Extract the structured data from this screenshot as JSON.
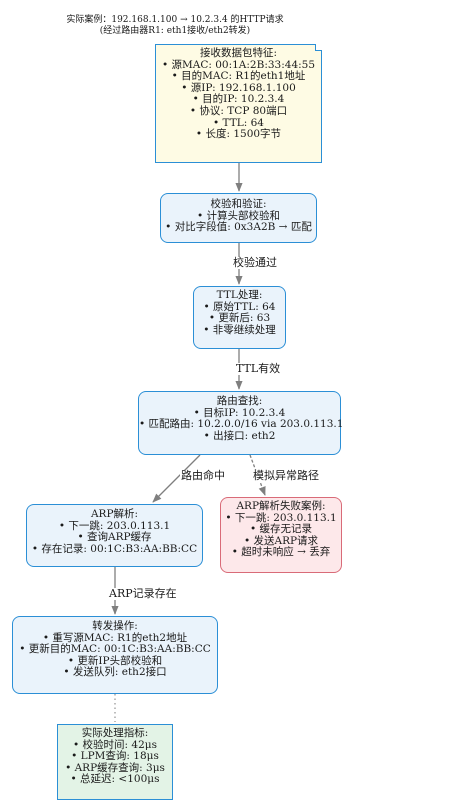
{
  "caption": {
    "line1": "实际案例：192.168.1.100 → 10.2.3.4 的HTTP请求",
    "line2": "(经过路由器R1: eth1接收/eth2转发)"
  },
  "nodes": {
    "receive": {
      "title": "接收数据包特征:",
      "items": [
        "• 源MAC: 00:1A:2B:33:44:55",
        "• 目的MAC: R1的eth1地址",
        "• 源IP: 192.168.1.100",
        "• 目的IP: 10.2.3.4",
        "• 协议: TCP 80端口",
        "• TTL: 64",
        "• 长度: 1500字节"
      ]
    },
    "checksum": {
      "title": "校验和验证:",
      "items": [
        "• 计算头部校验和",
        "• 对比字段值: 0x3A2B → 匹配"
      ]
    },
    "ttl": {
      "title": "TTL处理:",
      "items": [
        "• 原始TTL: 64",
        "• 更新后: 63",
        "• 非零继续处理"
      ]
    },
    "route": {
      "title": "路由查找:",
      "items": [
        "• 目标IP: 10.2.3.4",
        "• 匹配路由: 10.2.0.0/16 via 203.0.113.1",
        "• 出接口: eth2"
      ]
    },
    "arp": {
      "title": "ARP解析:",
      "items": [
        "• 下一跳: 203.0.113.1",
        "• 查询ARP缓存",
        "• 存在记录: 00:1C:B3:AA:BB:CC"
      ]
    },
    "arp_fail": {
      "title": "ARP解析失败案例:",
      "items": [
        "• 下一跳: 203.0.113.1",
        "• 缓存无记录",
        "• 发送ARP请求",
        "• 超时未响应 → 丢弃"
      ]
    },
    "forward": {
      "title": "转发操作:",
      "items": [
        "• 重写源MAC: R1的eth2地址",
        "• 更新目的MAC: 00:1C:B3:AA:BB:CC",
        "• 更新IP头部校验和",
        "• 发送队列: eth2接口"
      ]
    },
    "metrics": {
      "title": "实际处理指标:",
      "items": [
        "• 校验时间: 42μs",
        "• LPM查询: 18μs",
        "• ARP缓存查询: 3μs",
        "• 总延迟: <100μs"
      ]
    }
  },
  "edges": {
    "checksum_pass": "校验通过",
    "ttl_valid": "TTL有效",
    "route_hit": "路由命中",
    "simulate_error": "模拟异常路径",
    "arp_exists": "ARP记录存在"
  },
  "colors": {
    "process_fill": "#eaf3fb",
    "process_border": "#2b8fd6",
    "note_fill": "#fefbe4",
    "error_fill": "#fde8ea",
    "error_border": "#d96b78",
    "metric_fill": "#e3f3e6",
    "edge": "#7f7f7f"
  }
}
